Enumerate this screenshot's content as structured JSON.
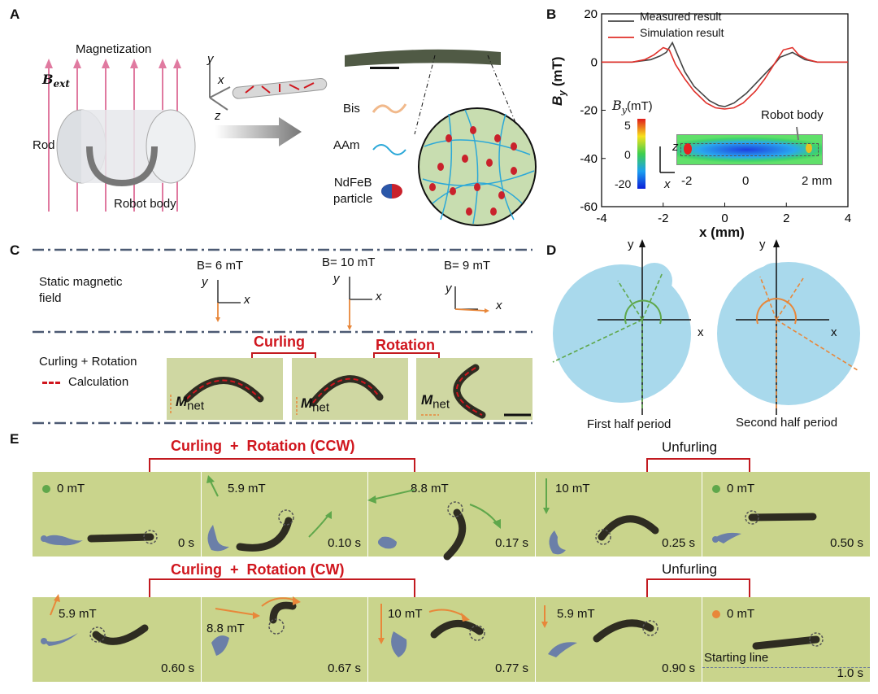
{
  "panels": {
    "a": "A",
    "b": "B",
    "c": "C",
    "d": "D",
    "e": "E"
  },
  "panelA": {
    "magnetization": "Magnetization",
    "bext": "B",
    "bext_sub": "ext",
    "rod": "Rod",
    "robot_body": "Robot body",
    "axis_y": "y",
    "axis_x": "x",
    "axis_z": "z",
    "legend_bis": "Bis",
    "legend_aam": "AAm",
    "legend_ndfeb_1": "NdFeB",
    "legend_ndfeb_2": "particle",
    "color_pink": "#e07aa0",
    "color_blue": "#8ec3e6"
  },
  "panelB": {
    "legend_measured": "Measured result",
    "legend_simulation": "Simulation result",
    "xlabel": "x (mm)",
    "ylabel": "B",
    "ylabel_sub": "y",
    "ylabel_unit": "(mT)",
    "inset_title": "B",
    "inset_title_sub": "y",
    "inset_title_unit": "(mT)",
    "inset_ticks": [
      "5",
      "0",
      "-20"
    ],
    "inset_xticks": [
      "-2",
      "0",
      "2 mm"
    ],
    "inset_axis_z": "z",
    "inset_axis_x": "x",
    "inset_robot_body": "Robot body"
  },
  "chart_data": {
    "type": "line",
    "xlabel": "x (mm)",
    "ylabel": "By (mT)",
    "xlim": [
      -4,
      4
    ],
    "ylim": [
      -60,
      20
    ],
    "xticks": [
      -4,
      -2,
      0,
      2,
      4
    ],
    "yticks": [
      20,
      0,
      -20,
      -40,
      -60
    ],
    "series": [
      {
        "name": "Measured result",
        "color": "#444444",
        "x": [
          -4,
          -3,
          -2.4,
          -2.1,
          -1.9,
          -1.7,
          -1.5,
          -1.3,
          -1.0,
          -0.5,
          -0.2,
          0,
          0.3,
          0.7,
          1.0,
          1.3,
          1.6,
          1.8,
          2.0,
          2.2,
          2.6,
          3,
          4
        ],
        "y": [
          0,
          0,
          1,
          2.5,
          4,
          8,
          2,
          -4,
          -10,
          -16,
          -18,
          -18.5,
          -17,
          -13,
          -9,
          -5,
          -1,
          2,
          3,
          4,
          1,
          0,
          0
        ]
      },
      {
        "name": "Simulation result",
        "color": "#e0302a",
        "x": [
          -4,
          -3,
          -2.6,
          -2.3,
          -2.0,
          -1.8,
          -1.6,
          -1.3,
          -1.0,
          -0.6,
          -0.3,
          0,
          0.3,
          0.6,
          1.0,
          1.3,
          1.6,
          1.9,
          2.2,
          2.4,
          2.7,
          3,
          4
        ],
        "y": [
          0,
          0,
          1,
          3,
          6,
          5,
          -1,
          -7,
          -12,
          -17,
          -19,
          -19.5,
          -19,
          -17,
          -12,
          -7,
          -1,
          5,
          6,
          3,
          1,
          0,
          0
        ]
      }
    ]
  },
  "panelC": {
    "static_1": "Static magnetic",
    "static_2": "field",
    "b1": "B= 6 mT",
    "b2": "B= 10 mT",
    "b3": "B= 9 mT",
    "axis_y": "y",
    "axis_x": "x",
    "curling_rotation": "Curling + Rotation",
    "calculation": "Calculation",
    "curling": "Curling",
    "rotation": "Rotation",
    "mnet": "M",
    "mnet_sub": "net"
  },
  "panelD": {
    "axis_y": "y",
    "axis_x": "x",
    "first": "First half period",
    "second": "Second half period",
    "color_green": "#5fa74b",
    "color_orange": "#e8873a",
    "color_disc": "#a9d9ec"
  },
  "panelE": {
    "row1_title_a": "Curling",
    "row1_title_plus": "+",
    "row1_title_b": "Rotation (CCW)",
    "row2_title_a": "Curling",
    "row2_title_plus": "+",
    "row2_title_b": "Rotation (CW)",
    "unfurling": "Unfurling",
    "starting_line": "Starting line",
    "row1": [
      {
        "field": "0 mT",
        "time": "0 s"
      },
      {
        "field": "5.9 mT",
        "time": "0.10 s"
      },
      {
        "field": "8.8 mT",
        "time": "0.17 s"
      },
      {
        "field": "10 mT",
        "time": "0.25 s"
      },
      {
        "field": "0 mT",
        "time": "0.50 s"
      }
    ],
    "row2": [
      {
        "field": "5.9 mT",
        "time": "0.60 s"
      },
      {
        "field": "8.8 mT",
        "time": "0.67 s"
      },
      {
        "field": "10 mT",
        "time": "0.77 s"
      },
      {
        "field": "5.9 mT",
        "time": "0.90 s"
      },
      {
        "field": "0 mT",
        "time": "1.0 s"
      }
    ]
  }
}
